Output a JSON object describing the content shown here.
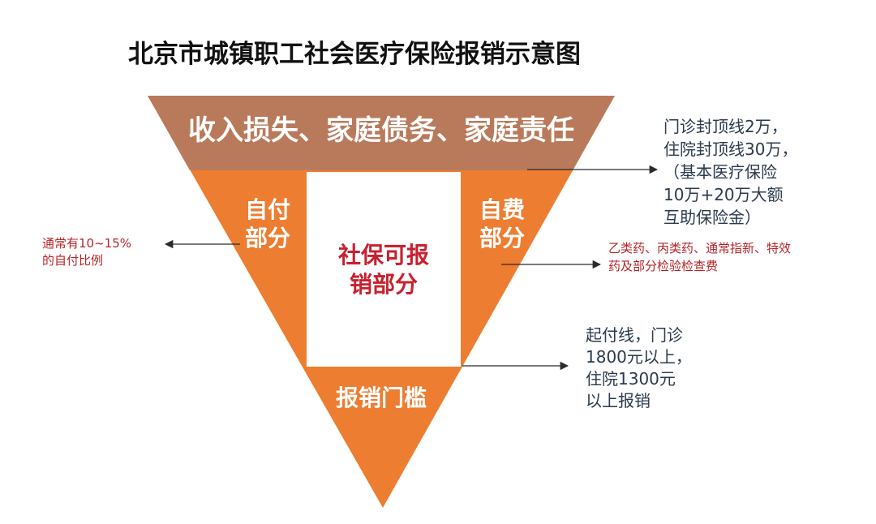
{
  "title": "北京市城镇职工社会医疗保险报销示意图",
  "colors": {
    "top_band": "#b97a5b",
    "triangle": "#ed7d31",
    "center_box": "#ffffff",
    "center_text": "#c8202e",
    "note_dark": "#2a3a4c",
    "note_red": "#b62428"
  },
  "pyramid": {
    "top_band": "收入损失、家庭债务、家庭责任",
    "left_segment": [
      "自付",
      "部分"
    ],
    "right_segment": [
      "自费",
      "部分"
    ],
    "center_box": [
      "社保可报",
      "销部分"
    ],
    "bottom_segment": "报销门槛"
  },
  "annotations": {
    "left": [
      "通常有10~15%",
      "的自付比例"
    ],
    "top_right": [
      "门诊封顶线2万，",
      "住院封顶线30万，",
      "（基本医疗保险",
      "10万+20万大额",
      "互助保险金）"
    ],
    "middle_right": [
      "乙类药、丙类药、通常指新、特效",
      "药及部分检验检查费"
    ],
    "bottom_right": [
      "起付线，门诊",
      "1800元以上，",
      "住院1300元",
      "以上报销"
    ]
  }
}
